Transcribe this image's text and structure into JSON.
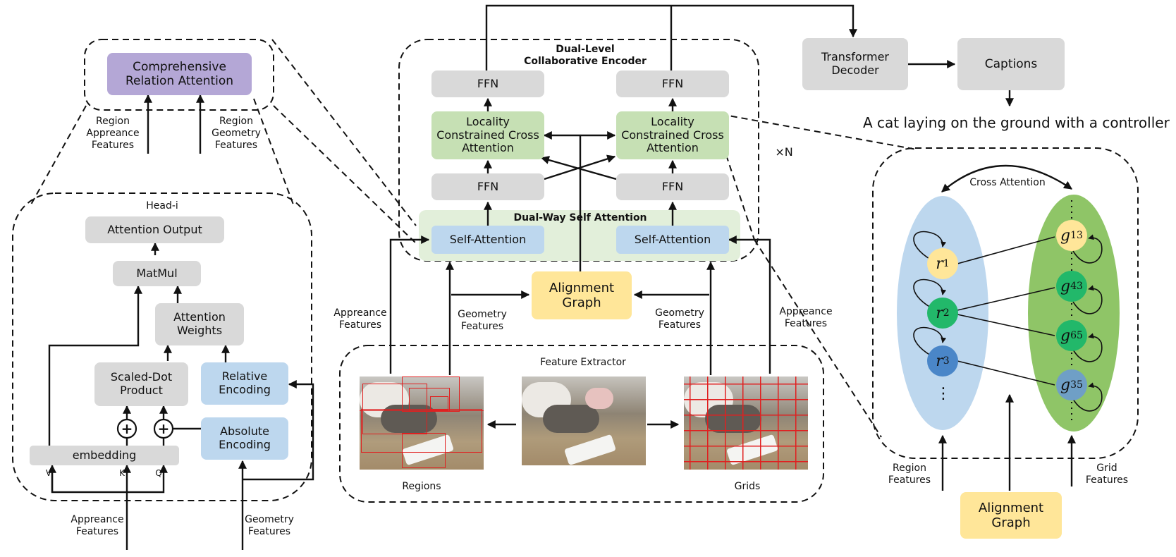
{
  "left_panel": {
    "cra_box": "Comprehensive Relation Attention",
    "region_appearance_label": "Region Appreance Features",
    "region_geometry_label": "Region Geometry Features",
    "head_title": "Head-i",
    "attention_output": "Attention Output",
    "matmul": "MatMul",
    "attention_weights": "Attention Weights",
    "scaled_dot": "Scaled-Dot Product",
    "relative_encoding": "Relative Encoding",
    "absolute_encoding": "Absolute Encoding",
    "embedding": "embedding",
    "plus_symbol": "+",
    "v_label": "V",
    "k_label": "K",
    "q_label": "Q",
    "appearance_input": "Appreance Features",
    "geometry_input": "Geometry Features"
  },
  "encoder": {
    "title": "Dual-Level Collaborative Encoder",
    "ffn_label": "FFN",
    "lcca_label": "Locality Constrained Cross Attention",
    "dwsa_title": "Dual-Way Self Attention",
    "self_attention": "Self-Attention",
    "repeat": "×N",
    "alignment_graph": "Alignment Graph",
    "appearance_left": "Appreance Features",
    "geometry_left": "Geometry Features",
    "geometry_right": "Geometry Features",
    "appearance_right": "Appreance Features"
  },
  "extractor": {
    "title": "Feature Extractor",
    "regions_label": "Regions",
    "grids_label": "Grids"
  },
  "decoder": {
    "transformer_decoder": "Transformer Decoder",
    "captions": "Captions",
    "caption_text": "A cat laying on the ground with a controller"
  },
  "graph_panel": {
    "cross_attention": "Cross Attention",
    "region_nodes": [
      {
        "name": "r",
        "sub": "1",
        "color": "#ffe699"
      },
      {
        "name": "r",
        "sub": "2",
        "color": "#22b86a"
      },
      {
        "name": "r",
        "sub": "3",
        "color": "#4a86c8"
      }
    ],
    "grid_nodes": [
      {
        "name": "g",
        "sub": "13",
        "color": "#ffe699"
      },
      {
        "name": "g",
        "sub": "43",
        "color": "#22b86a"
      },
      {
        "name": "g",
        "sub": "65",
        "color": "#22b86a"
      },
      {
        "name": "g",
        "sub": "35",
        "color": "#6f9fc6"
      }
    ],
    "ellipsis": "⋮",
    "region_features": "Region Features",
    "grid_features": "Grid Features",
    "alignment_graph": "Alignment Graph"
  },
  "colors": {
    "gray_box": "#d9d9d9",
    "green_box": "#c6e0b4",
    "blue_box": "#bdd7ee",
    "yellow_box": "#ffe699",
    "purple_box": "#b4a7d6",
    "region_ellipse": "#bdd7ee",
    "grid_ellipse": "#8fc567"
  }
}
